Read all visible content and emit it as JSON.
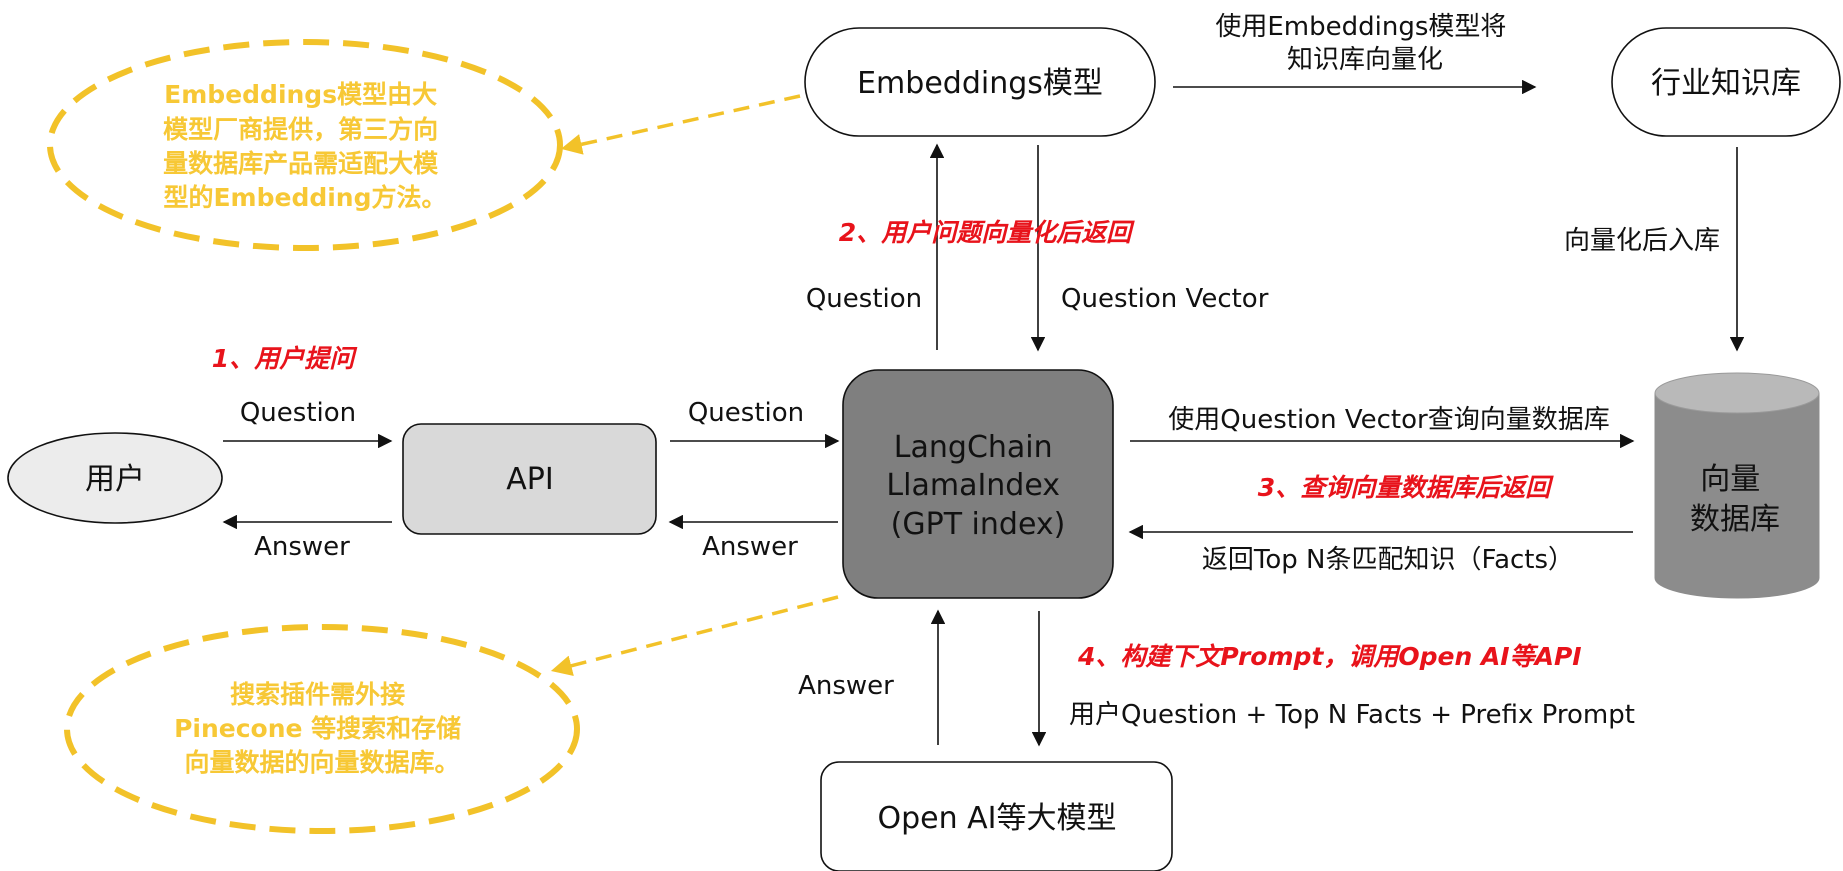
{
  "nodes": {
    "user": "用户",
    "api": "API",
    "core": [
      "LangChain",
      "LlamaIndex",
      "(GPT index)"
    ],
    "embeddings": "Embeddings模型",
    "knowledge_base": "行业知识库",
    "vector_db": [
      "向量",
      "数据库"
    ],
    "llm": "Open AI等大模型"
  },
  "edges": {
    "user_to_api": "Question",
    "api_to_user": "Answer",
    "api_to_core": "Question",
    "core_to_api": "Answer",
    "core_to_embeddings": "Question",
    "embeddings_to_core": "Question Vector",
    "embeddings_to_kb": [
      "使用Embeddings模型将",
      "知识库向量化"
    ],
    "kb_to_vector_db": "向量化后入库",
    "core_to_vector_db": "使用Question Vector查询向量数据库",
    "vector_db_to_core": "返回Top N条匹配知识（Facts）",
    "llm_to_core": "Answer",
    "core_to_llm": "用户Question + Top N Facts + Prefix Prompt"
  },
  "steps": {
    "step1": "1、用户提问",
    "step2": "2、用户问题向量化后返回",
    "step3": "3、查询向量数据库后返回",
    "step4": "4、构建下文Prompt，调用Open AI等API"
  },
  "notes": {
    "embedding_note": [
      "Embeddings模型由大",
      "模型厂商提供，第三方向",
      "量数据库产品需适配大模",
      "型的Embedding方法。"
    ],
    "search_note": [
      "搜索插件需外接",
      "Pinecone 等搜索和存储",
      "向量数据的向量数据库。"
    ]
  },
  "colors": {
    "step_red": "#e8131b",
    "note_yellow": "#f2c229",
    "core_fill": "#7f7f7f",
    "api_fill": "#d9d9d9",
    "user_fill": "#ececec",
    "db_fill": "#8c8c8c"
  }
}
